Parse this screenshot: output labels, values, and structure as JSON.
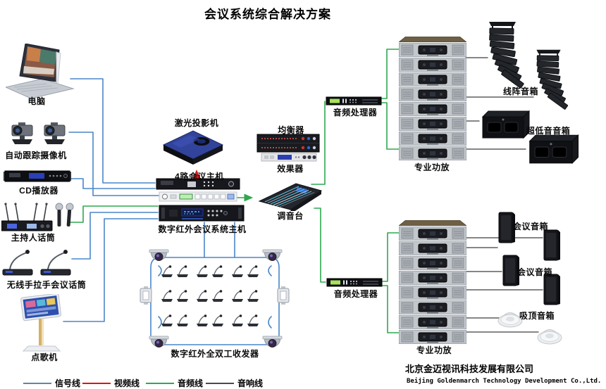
{
  "title": "会议系统综合解决方案",
  "colors": {
    "signal_line": "#4a86c8",
    "video_line": "#e01212",
    "audio_line": "#2fa84f",
    "speaker_line": "#3f3f3f"
  },
  "devices": {
    "computer": {
      "label": "电脑"
    },
    "tracking_camera": {
      "label": "自动跟踪摄像机"
    },
    "cd_player": {
      "label": "CD播放器"
    },
    "host_microphone": {
      "label": "主持人话筒"
    },
    "wireless_conference_mic": {
      "label": "无线手拉手会议话筒"
    },
    "karaoke_machine": {
      "label": "点歌机"
    },
    "laser_projector": {
      "label": "激光投影机"
    },
    "conference_host_4ch": {
      "label": "4路会议主机"
    },
    "digital_ir_conference_host": {
      "label": "数字红外会议系统主机"
    },
    "mixer": {
      "label": "调音台"
    },
    "equalizer": {
      "label": "均衡器"
    },
    "effects_processor": {
      "label": "效果器"
    },
    "audio_processor": {
      "label": "音频处理器"
    },
    "pro_amplifier": {
      "label": "专业功放"
    },
    "ir_full_duplex_transceiver": {
      "label": "数字红外全双工收发器"
    },
    "line_array_speaker": {
      "label": "线阵音箱"
    },
    "subwoofer": {
      "label": "超低音音箱"
    },
    "conference_speaker": {
      "label": "会议音箱"
    },
    "ceiling_speaker": {
      "label": "吸顶音箱"
    }
  },
  "legend": {
    "items": [
      {
        "label": "信号线",
        "color": "#5b87a8"
      },
      {
        "label": "视频线",
        "color": "#e01212"
      },
      {
        "label": "音频线",
        "color": "#2fa84f"
      },
      {
        "label": "音响线",
        "color": "#4a4a4a"
      }
    ]
  },
  "company": {
    "name_cn": "北京金迈视讯科技发展有限公司",
    "name_en": "Beijing Goldenmarch Technology Development Co.,Ltd."
  }
}
